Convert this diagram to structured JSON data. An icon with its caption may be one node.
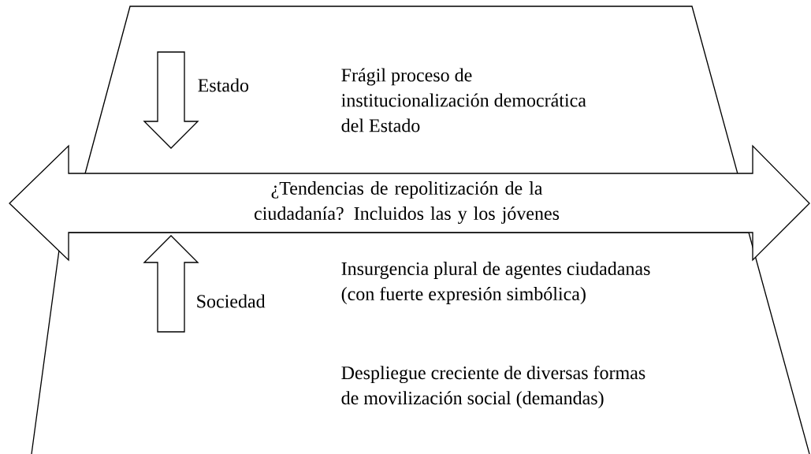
{
  "diagram": {
    "nodes": [
      {
        "text": [
          "Frágil proceso de institucionalización democrática del Estado"
        ]
      },
      {
        "text": [],
        "shape": "arrow",
        "beside": [
          "Estado"
        ],
        "in": 0
      },
      {
        "text": [
          "¿Tendencias de repolitización de la ciudadanía? Incluidos las y los jóvenes"
        ]
      },
      {
        "text": [
          "Insurgencia plural de agentes ciudadanas (con fuerte expresión simbólica)",
          "Despliegue creciente de diversas formas de movilización social (demandas)"
        ]
      },
      {
        "text": [],
        "shape": "arrow",
        "beside": [
          "Sociedad"
        ],
        "in": 3
      }
    ],
    "edges": []
  }
}
